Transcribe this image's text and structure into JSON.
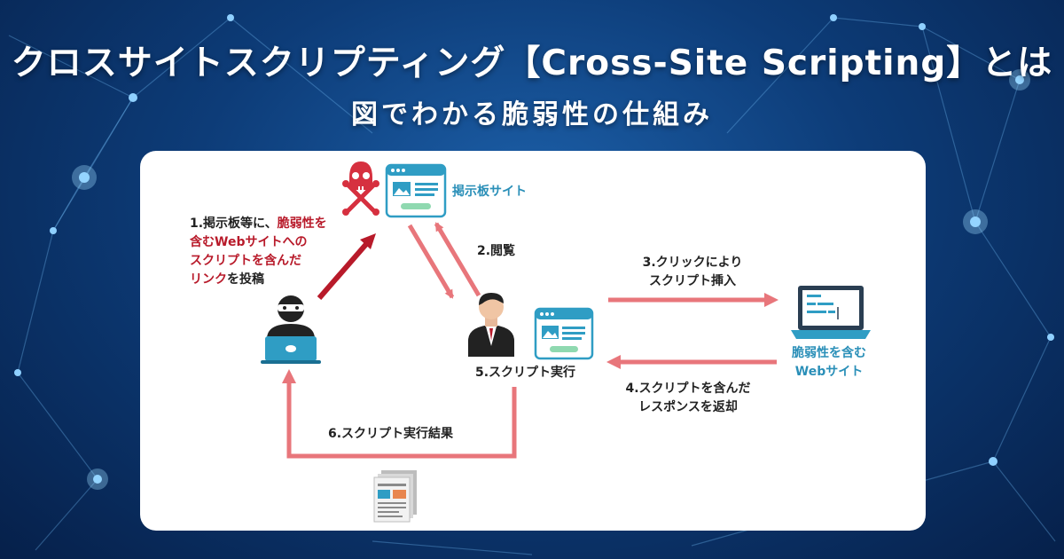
{
  "header": {
    "title": "クロスサイトスクリプティング【Cross-Site Scripting】とは",
    "subtitle": "図でわかる脆弱性の仕組み"
  },
  "colors": {
    "arrow_pink": "#e8767b",
    "arrow_dark_red": "#b81a2a",
    "accent_blue": "#2a8fb8",
    "window_blue": "#2f9dc4",
    "bg_navy": "#0d3c78"
  },
  "diagram": {
    "board_site_label": "掲示板サイト",
    "step1": {
      "line1_plain": "1.掲示板等に、",
      "line1_red": "脆弱性を",
      "line2": "含むWebサイトへの",
      "line3": "スクリプトを含んだ",
      "line4_red": "リンク",
      "line4_plain": "を投稿"
    },
    "step2": "2.閲覧",
    "step3": {
      "line1": "3.クリックにより",
      "line2": "スクリプト挿入"
    },
    "step4": {
      "line1": "4.スクリプトを含んだ",
      "line2": "レスポンスを返却"
    },
    "step5": "5.スクリプト実行",
    "step6": "6.スクリプト実行結果",
    "vuln_site": {
      "line1": "脆弱性を含む",
      "line2": "Webサイト"
    },
    "icons": [
      "skull-crossbones-icon",
      "browser-window-icon",
      "hacker-icon",
      "businessman-icon",
      "laptop-icon",
      "document-icon"
    ]
  }
}
